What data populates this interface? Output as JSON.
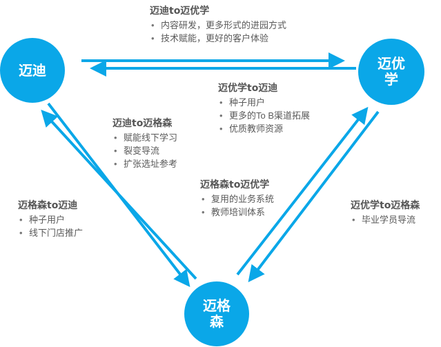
{
  "accent_color": "#0aa7e8",
  "nodes": {
    "maidi": "迈迪",
    "maiyou": "迈优\n学",
    "maigesen": "迈格\n森"
  },
  "relations": {
    "maidi_to_maiyou": {
      "title": "迈迪to迈优学",
      "items": [
        "内容研发，更多形式的进园方式",
        "技术赋能，更好的客户体验"
      ]
    },
    "maiyou_to_maidi": {
      "title": "迈优学to迈迪",
      "items": [
        "种子用户",
        "更多的To B渠道拓展",
        "优质教师资源"
      ]
    },
    "maidi_to_maigesen": {
      "title": "迈迪to迈格森",
      "items": [
        "赋能线下学习",
        "裂变导流",
        "扩张选址参考"
      ]
    },
    "maigesen_to_maiyou": {
      "title": "迈格森to迈优学",
      "items": [
        "复用的业务系统",
        "教师培训体系"
      ]
    },
    "maigesen_to_maidi": {
      "title": "迈格森to迈迪",
      "items": [
        "种子用户",
        "线下门店推广"
      ]
    },
    "maiyou_to_maigesen": {
      "title": "迈优学to迈格森",
      "items": [
        "毕业学员导流"
      ]
    }
  }
}
